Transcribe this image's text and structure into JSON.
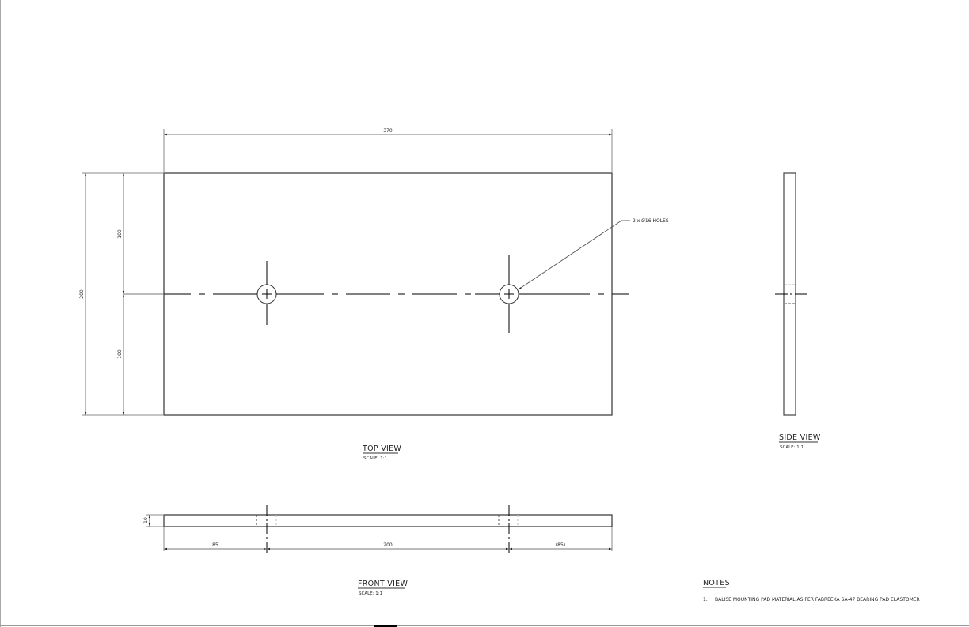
{
  "drawing": {
    "type": "engineering-drawing",
    "part": "Balise mounting pad",
    "views": {
      "top": {
        "title": "TOP VIEW",
        "scale": "SCALE: 1:1"
      },
      "side": {
        "title": "SIDE VIEW",
        "scale": "SCALE: 1:1"
      },
      "front": {
        "title": "FRONT VIEW",
        "scale": "SCALE: 1:1"
      }
    },
    "dimensions": {
      "overall_length": "370",
      "overall_width": "200",
      "half_width_top": "100",
      "half_width_bottom": "100",
      "thickness": "10",
      "edge_to_hole_left": "85",
      "hole_spacing": "200",
      "edge_to_hole_right": "(85)"
    },
    "callouts": {
      "holes": "2 x Ø16 HOLES"
    },
    "notes": {
      "heading": "NOTES:",
      "items": [
        {
          "number": "1.",
          "text": "BALISE MOUNTING PAD MATERIAL AS PER FABREEKA  SA-47 BEARING PAD ELASTOMER"
        }
      ]
    },
    "colors": {
      "line": "#000000",
      "dim_line": "#555555",
      "outline": "#333333",
      "background": "#ffffff"
    }
  }
}
